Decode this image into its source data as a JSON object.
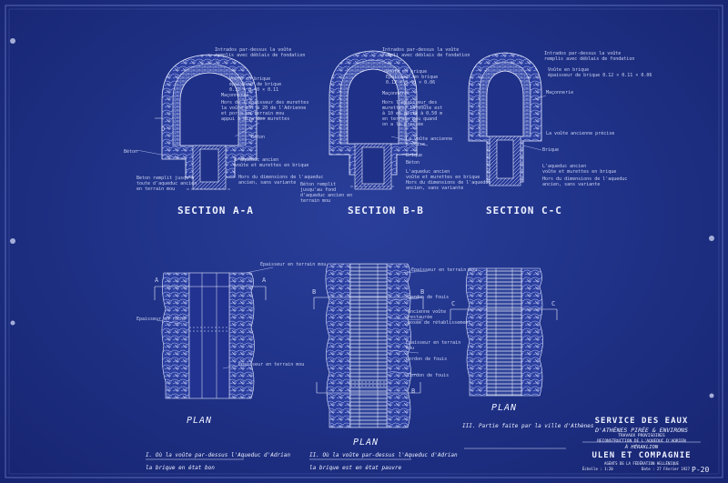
{
  "sections": {
    "a": {
      "title": "SECTION A-A",
      "labels": [
        "Intrados par-dessus la voûte\nremplis avec déblais de fondation",
        "Voûte en brique\népaisseur de brique\n0.12 × 0.40 × 0.11",
        "Maçonnerie",
        "Hors de l'épaisseur des murettes\nla voûte est à 20 de l'Adrienne\net porte en terrain mou\nappui à dire des murettes",
        "Béton",
        "L'aqueduc ancien\nvoûte et murettes en brique",
        "Hors du dimensions de l'aqueduc\nancien, sans variante",
        "Béton",
        "Beton remplit jusqu'à\ntoute d'aqueduc ancien\nen terrain mou",
        "D"
      ]
    },
    "b": {
      "title": "SECTION B-B",
      "labels": [
        "Intrados par-dessus la voûte\nrempli avec déblais de fondation",
        "Voûte en brique\nEpaisseur en brique\n0.12 × 0.40 × 0.06",
        "Maçonnerie",
        "Hors l'épaisseur des\nmurettes, la voûte est\nà 10 et porte à 0.50 m\nen terrain mou quand\non a le pressée",
        "La voûte ancienne\nprécise",
        "Brique",
        "Béton",
        "L'aqueduc ancien\nvoûte et murettes en brique\nHors du dimensions de l'aqueduc\nancien, sans variante",
        "Béton remplit\njusqu'au fond\nd'aqueduc ancien en\nterrain mou"
      ]
    },
    "c": {
      "title": "SECTION C-C",
      "labels": [
        "Intrados par-dessus la voûte\nremplis avec déblais de fondation",
        "Voûte en brique\népaisseur de brique 0.12 × 0.11 × 0.06",
        "Maçonnerie",
        "La voûte ancienne précise",
        "Brique",
        "L'aqueduc ancien\nvoûte et murettes en brique",
        "Hors du dimensions de l'aqueduc\nancien, sans variante"
      ]
    }
  },
  "plans": {
    "label": "PLAN",
    "plan1_labels": [
      "Epaisseur en terrain mou",
      "Epaisseur en roche",
      "Epaisseur en terrain mou"
    ],
    "plan2_labels": [
      "Epaisseur en terrain mou",
      "Cordon de fouis",
      "Ancienne voûte\nrestaurée\nposée de rétablissement",
      "Epaisseur en terrain\nmou",
      "Cordon de fouis",
      "Cordon de fouis"
    ],
    "markers": {
      "a": "A",
      "b": "B",
      "c": "C"
    }
  },
  "notes": [
    {
      "line1": "I. Où la voûte par-dessus l'Aqueduc d'Adrian",
      "line2": "la brique en état bon"
    },
    {
      "line1": "II. Où la voûte par-dessus l'Aqueduc d'Adrian",
      "line2": "la brique est en état pauvre"
    },
    {
      "line1": "III. Partie faite par la ville d'Athènes"
    }
  ],
  "title_block": {
    "service": "SERVICE DES EAUX",
    "line2": "D'ATHÈNES PIRÉE & ENVIRONS",
    "line3": "TRAVAUX PROVISOIRES",
    "line4": "RECONSTRUCTION DE L'AQUEDUC D'ADRIEN",
    "line5": "À HÉRAKLION",
    "company": "ULEN ET COMPAGNIE",
    "company_sub": "AGENTS DE LA FÉDÉRATION HELLÉNIQUE",
    "scale": "Échelle : 1:20",
    "date": "Date : 27 Février 1927",
    "sheet_no": "P-20"
  }
}
